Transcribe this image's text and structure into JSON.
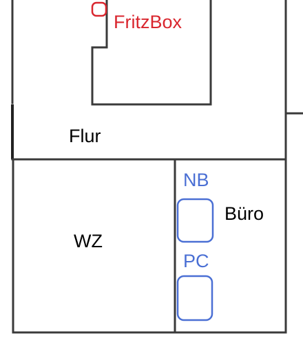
{
  "rooms": {
    "flur": "Flur",
    "wz": "WZ",
    "buero": "Büro"
  },
  "devices": {
    "router": "FritzBox",
    "nb": "NB",
    "pc": "PC"
  },
  "colors": {
    "wall": "#3a3a3a",
    "router": "#d9262e",
    "device": "#4a6fd4",
    "room_text": "#000000"
  }
}
